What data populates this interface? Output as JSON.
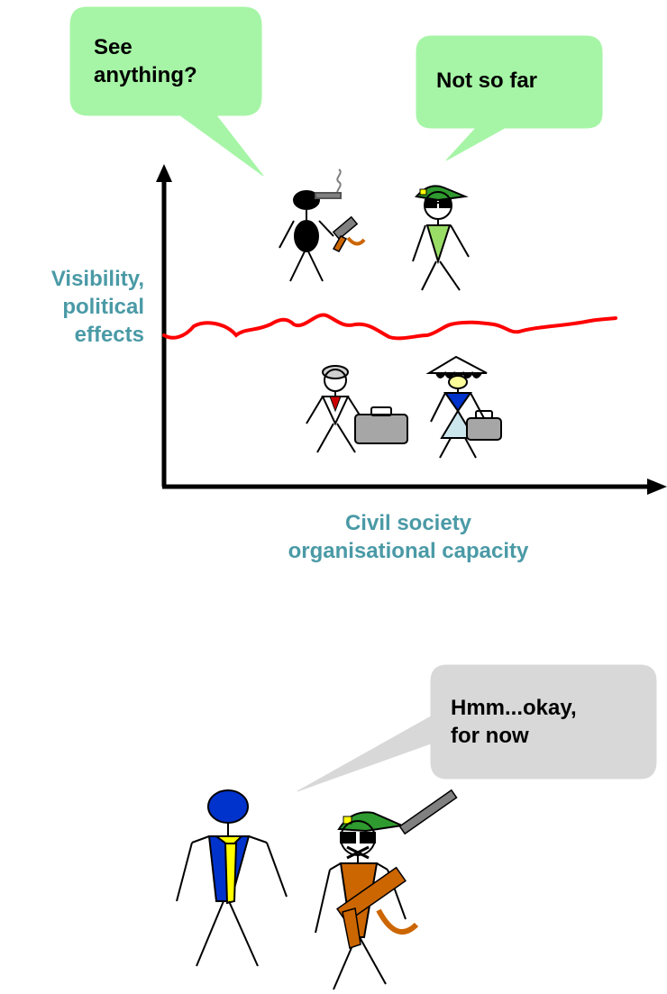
{
  "bubbles": {
    "see_anything": "See anything?",
    "not_so_far": "Not so far",
    "hmm": "Hmm...okay, for now"
  },
  "axes": {
    "y_label_lines": [
      "Visibility,",
      "political",
      "effects"
    ],
    "x_label_lines": [
      "Civil society",
      "organisational capacity"
    ]
  },
  "colors": {
    "bubble_green": "#a6f5a6",
    "bubble_gray": "#d8d8d8",
    "axis_label": "#4a9aa6",
    "threshold_line": "#ff0000",
    "cap_green": "#2f9a2f",
    "vest_green": "#99dd66",
    "suit_blue": "#0033cc",
    "tie_yellow": "#ffff00",
    "rifle_brown": "#cc6600",
    "briefcase_gray": "#a6a6a6"
  },
  "figures": [
    {
      "role": "armed insurgent with cigarette",
      "icon": "gunman-icon"
    },
    {
      "role": "soldier with cap and sunglasses",
      "icon": "soldier-icon"
    },
    {
      "role": "businessman with briefcase",
      "icon": "businessman-icon"
    },
    {
      "role": "woman in conical hat with briefcase",
      "icon": "woman-icon"
    },
    {
      "role": "man in blue suit with yellow tie",
      "icon": "suited-man-icon"
    },
    {
      "role": "soldier holding rifle",
      "icon": "armed-soldier-icon"
    }
  ]
}
